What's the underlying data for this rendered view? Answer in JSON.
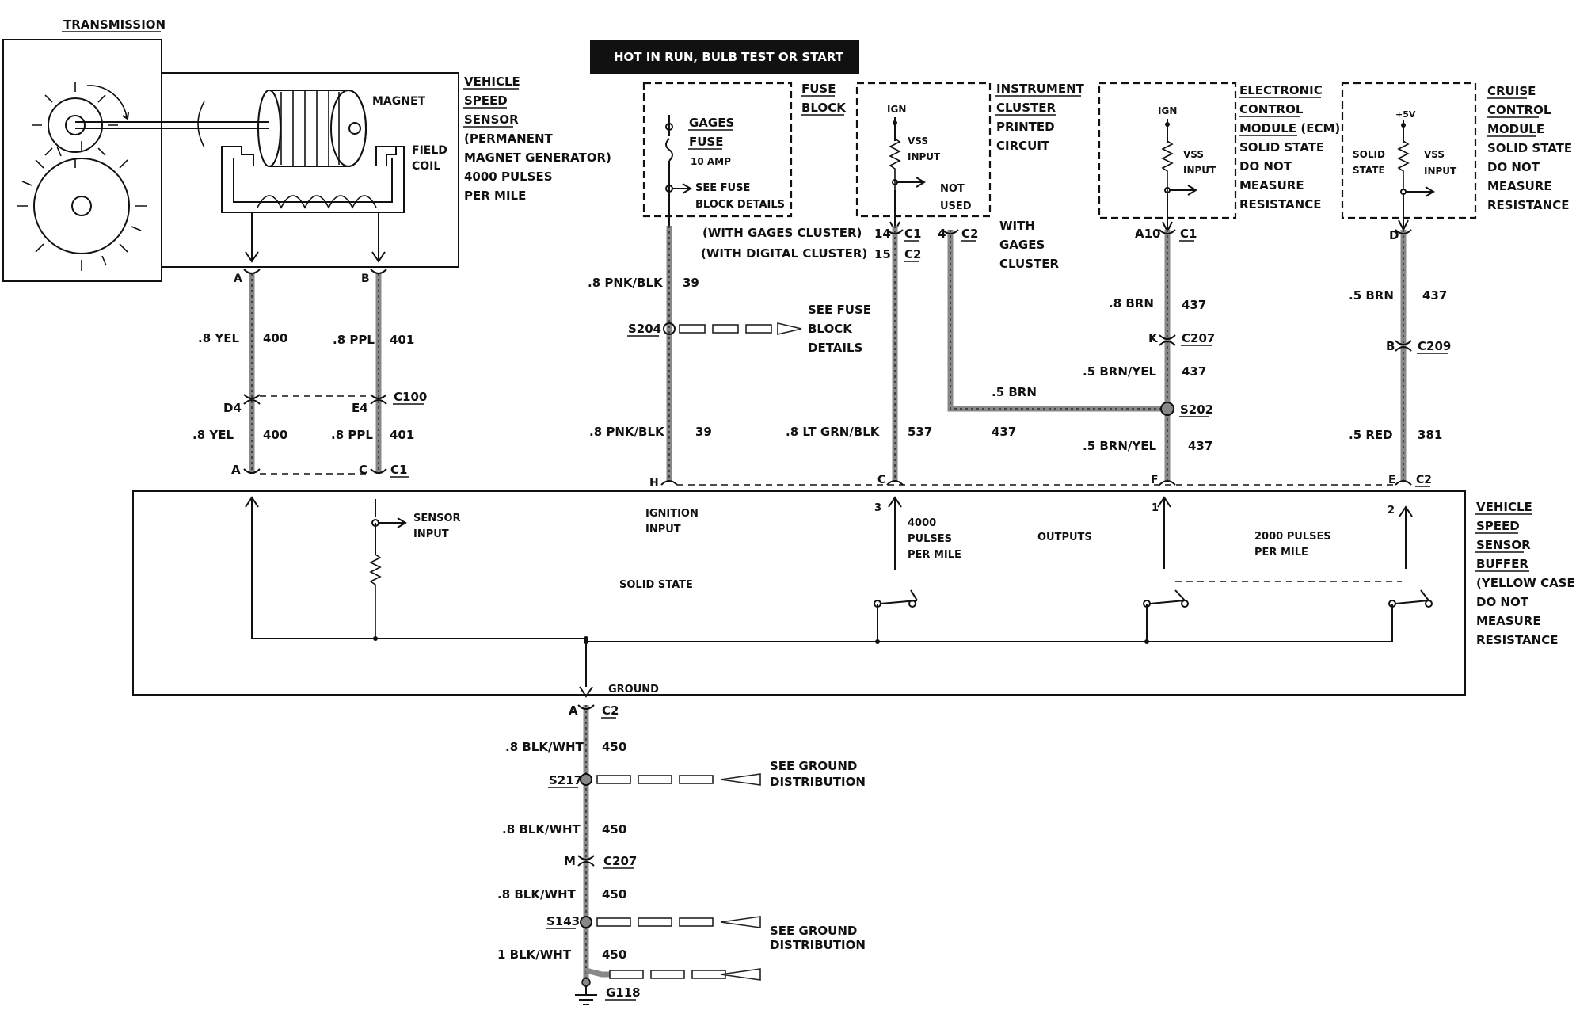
{
  "header": {
    "title": "HOT IN RUN, BULB TEST OR START",
    "colors": {
      "header_bg": "#111111",
      "header_text": "#ffffff",
      "wire": "#888888"
    }
  },
  "transmission": {
    "label": "TRANSMISSION",
    "magnet": "MAGNET",
    "field_coil": [
      "FIELD",
      "COIL"
    ]
  },
  "vss": {
    "title": [
      "VEHICLE",
      "SPEED",
      "SENSOR"
    ],
    "desc": [
      "(PERMANENT",
      "MAGNET GENERATOR)",
      "4000 PULSES",
      "PER MILE"
    ],
    "pin_a": "A",
    "pin_b": "B",
    "wire_a": ".8 YEL",
    "circuit_a": "400",
    "wire_b": ".8 PPL",
    "circuit_b": "401",
    "c100": "C100",
    "pin_d4": "D4",
    "pin_e4": "E4",
    "wire_a2": ".8 YEL",
    "circuit_a2": "400",
    "wire_b2": ".8 PPL",
    "circuit_b2": "401",
    "pin_a_c1": "A",
    "pin_c_c1": "C",
    "c1": "C1"
  },
  "fuse_block": {
    "title": [
      "FUSE",
      "BLOCK"
    ],
    "fuse_name": [
      "GAGES",
      "FUSE"
    ],
    "fuse_rating": "10 AMP",
    "see_details": [
      "SEE FUSE",
      "BLOCK DETAILS"
    ],
    "wire1": ".8 PNK/BLK",
    "circuit1": "39",
    "splice": "S204",
    "splice_note": [
      "SEE FUSE",
      "BLOCK",
      "DETAILS"
    ],
    "wire2": ".8 PNK/BLK",
    "circuit2": "39",
    "pin_h": "H"
  },
  "cluster": {
    "title": [
      "INSTRUMENT",
      "CLUSTER",
      "PRINTED",
      "CIRCUIT"
    ],
    "ign": "IGN",
    "vss_input": [
      "VSS",
      "INPUT"
    ],
    "not_used": [
      "NOT",
      "USED"
    ],
    "with_gages": "(WITH GAGES CLUSTER)",
    "with_digital": "(WITH DIGITAL CLUSTER)",
    "pin14": "14",
    "c1": "C1",
    "pin15": "15",
    "c2": "C2",
    "pin4": "4",
    "c2b": "C2",
    "with_gages_cluster": [
      "WITH",
      "GAGES",
      "CLUSTER"
    ],
    "wire": ".8 LT GRN/BLK",
    "circuit": "537",
    "pin_c": "C",
    "wire_brn": ".5 BRN",
    "circuit_437": "437"
  },
  "ecm": {
    "title": [
      "ELECTRONIC",
      "CONTROL",
      "MODULE (ECM)"
    ],
    "desc": [
      "SOLID STATE",
      "DO NOT",
      "MEASURE",
      "RESISTANCE"
    ],
    "ign": "IGN",
    "vss_input": [
      "VSS",
      "INPUT"
    ],
    "pin": "A10",
    "c1": "C1",
    "wire1": ".8 BRN",
    "circuit1": "437",
    "pin_k": "K",
    "c207": "C207",
    "wire2": ".5 BRN/YEL",
    "circuit2": "437",
    "splice": "S202",
    "wire3": ".5 BRN/YEL",
    "circuit3": "437",
    "pin_f": "F"
  },
  "cruise": {
    "title": [
      "CRUISE",
      "CONTROL",
      "MODULE"
    ],
    "desc": [
      "SOLID STATE",
      "DO NOT",
      "MEASURE",
      "RESISTANCE"
    ],
    "plus5v": "+5V",
    "solid_state": [
      "SOLID",
      "STATE"
    ],
    "vss_input": [
      "VSS",
      "INPUT"
    ],
    "pin_d": "D",
    "wire1": ".5 BRN",
    "circuit1": "437",
    "pin_b": "B",
    "c209": "C209",
    "wire2": ".5 RED",
    "circuit2": "381",
    "pin_e": "E",
    "c2": "C2"
  },
  "buffer": {
    "title": [
      "VEHICLE",
      "SPEED",
      "SENSOR",
      "BUFFER"
    ],
    "desc": [
      "(YELLOW CASE)",
      "DO NOT",
      "MEASURE",
      "RESISTANCE"
    ],
    "sensor_input": [
      "SENSOR",
      "INPUT"
    ],
    "ignition_input": [
      "IGNITION",
      "INPUT"
    ],
    "solid_state": "SOLID STATE",
    "pulses_4000": [
      "4000",
      "PULSES",
      "PER MILE"
    ],
    "outputs": "OUTPUTS",
    "pulses_2000": [
      "2000 PULSES",
      "PER MILE"
    ],
    "out3": "3",
    "out1": "1",
    "out2": "2",
    "ground": "GROUND"
  },
  "ground": {
    "pin_a": "A",
    "c2": "C2",
    "wire1": ".8 BLK/WHT",
    "circuit1": "450",
    "s217": "S217",
    "see_ground1": [
      "SEE GROUND",
      "DISTRIBUTION"
    ],
    "wire2": ".8 BLK/WHT",
    "circuit2": "450",
    "pin_m": "M",
    "c207": "C207",
    "wire3": ".8 BLK/WHT",
    "circuit3": "450",
    "s143": "S143",
    "see_ground2": [
      "SEE GROUND",
      "DISTRIBUTION"
    ],
    "wire4": "1 BLK/WHT",
    "circuit4": "450",
    "g118": "G118"
  }
}
